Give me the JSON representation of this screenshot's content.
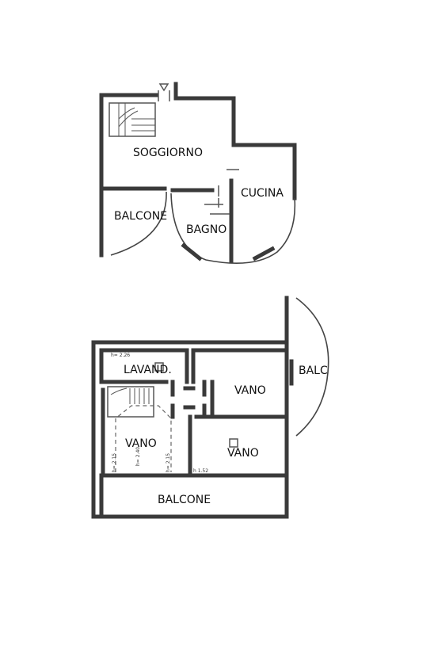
{
  "floor_upper": {
    "rooms": {
      "soggiorno": "SOGGIORNO",
      "cucina": "CUCINA",
      "balcone": "BALCONE",
      "bagno": "BAGNO"
    }
  },
  "floor_lower": {
    "rooms": {
      "lavand": "LAVAND.",
      "vano_top": "VANO",
      "balc": "BALC",
      "vano_left": "VANO",
      "vano_right": "VANO",
      "balcone": "BALCONE"
    },
    "heights": {
      "h_lavand": "h= 2.26",
      "h_vano": "h 1.52",
      "h_slope_a": "h= 2.15",
      "h_slope_b": "h= 2.40",
      "h_slope_c": "h= 2.15"
    }
  }
}
